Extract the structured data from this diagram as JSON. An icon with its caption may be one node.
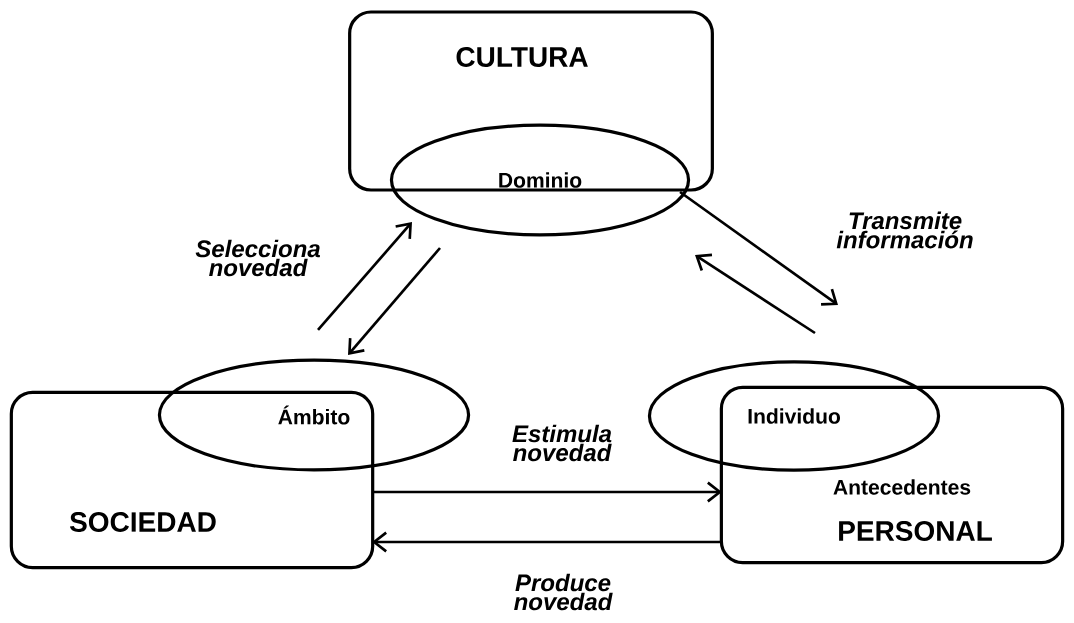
{
  "diagram": {
    "nodes": [
      {
        "text": [
          "CULTURA"
        ]
      },
      {
        "text": [
          "Dominio"
        ]
      },
      {
        "text": [
          "SOCIEDAD"
        ]
      },
      {
        "text": [
          "Ámbito"
        ]
      },
      {
        "text": [
          "Antecedentes",
          "PERSONAL"
        ]
      },
      {
        "text": [
          "Individuo"
        ]
      }
    ],
    "edges": [
      {
        "from": 3,
        "to": 1,
        "arrow": "to",
        "label": "Selecciona novedad"
      },
      {
        "from": 1,
        "to": 3,
        "arrow": "to"
      },
      {
        "from": 1,
        "to": 5,
        "arrow": "to",
        "label": "Transmite información"
      },
      {
        "from": 5,
        "to": 1,
        "arrow": "to"
      },
      {
        "from": 2,
        "to": 4,
        "arrow": "to",
        "label": "Estimula novedad"
      },
      {
        "from": 4,
        "to": 2,
        "arrow": "to",
        "label": "Produce novedad"
      }
    ]
  }
}
